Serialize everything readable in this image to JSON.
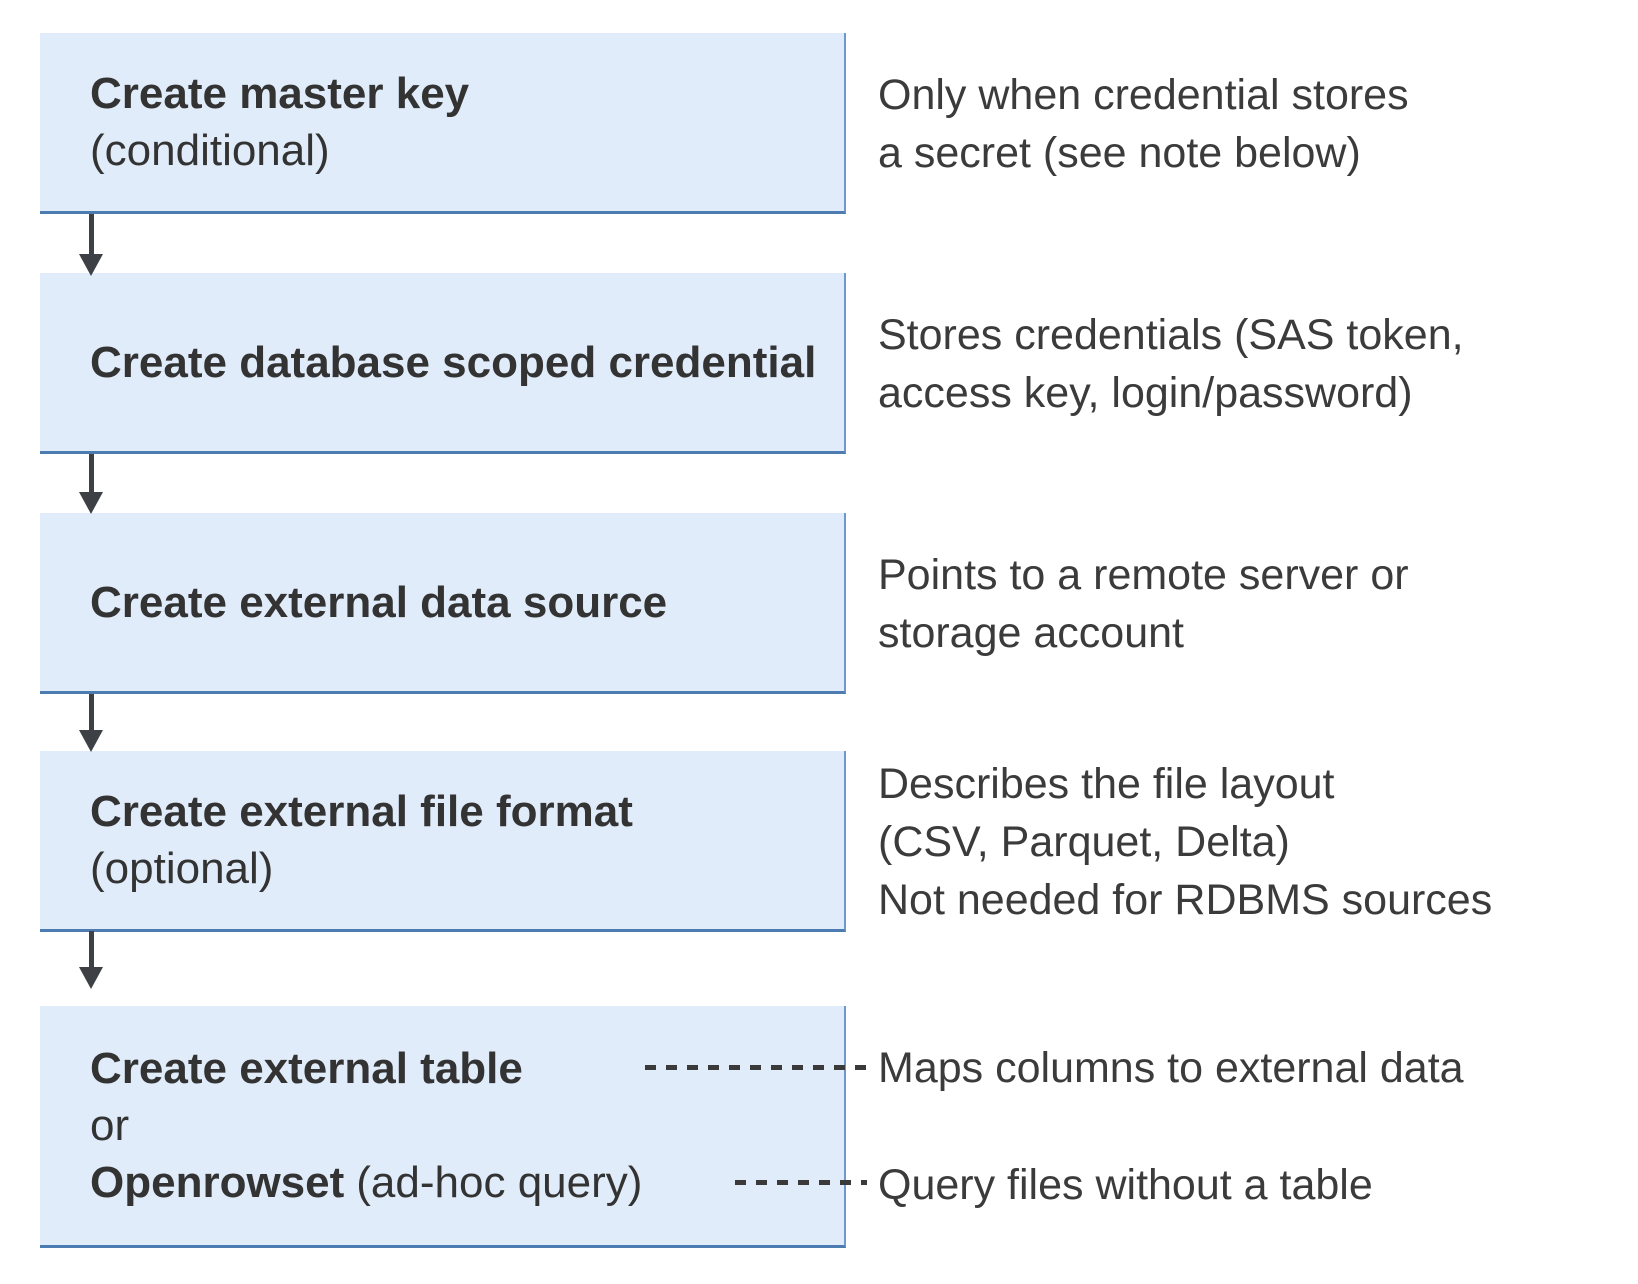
{
  "flow": {
    "boxes": [
      {
        "title": "Create master key",
        "subtitle": "(conditional)"
      },
      {
        "title": "Create database scoped credential"
      },
      {
        "title": "Create external data source"
      },
      {
        "title": "Create external file format",
        "subtitle": "(optional)"
      },
      {
        "title": "Create external table",
        "conjunction": "or",
        "alt_title": "Openrowset",
        "alt_qualifier": "(ad-hoc query)"
      }
    ],
    "annotations": [
      {
        "lines": [
          "Only when credential stores",
          "a secret (see note below)"
        ]
      },
      {
        "lines": [
          "Stores credentials (SAS token,",
          "access key, login/password)"
        ]
      },
      {
        "lines": [
          "Points to a remote server or",
          "storage account"
        ]
      },
      {
        "lines": [
          "Describes the file layout",
          "(CSV, Parquet, Delta)",
          "Not needed for RDBMS sources"
        ]
      },
      {
        "lines": [
          "Maps columns to external data"
        ]
      },
      {
        "lines": [
          "Query files without a table"
        ]
      }
    ]
  },
  "colors": {
    "box_fill": "#e0ecfa",
    "box_border_right": "#6d97cd",
    "box_border_bottom": "#4d7cb2",
    "arrow": "#3d4045",
    "dash": "#3a3a3a",
    "title_text": "#333333",
    "body_text": "#3b3b3b"
  }
}
